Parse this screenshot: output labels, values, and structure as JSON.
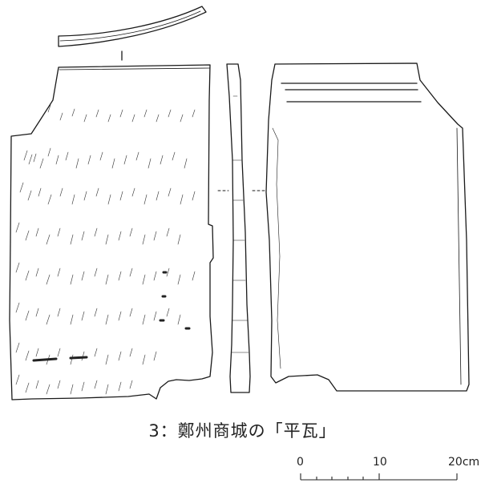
{
  "figure": {
    "caption": "3：鄭州商城の「平瓦」"
  },
  "scale_bar": {
    "labels": [
      "0",
      "10",
      "20cm"
    ]
  }
}
